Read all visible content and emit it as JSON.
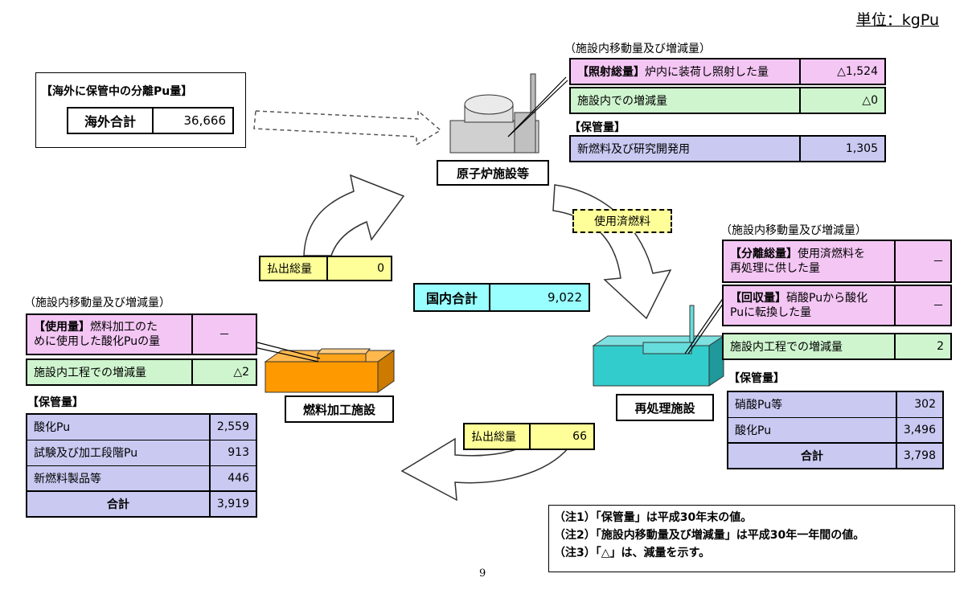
{
  "unit_label": "単位：kgPu",
  "page_number": "9",
  "overseas": {
    "header": "【海外に保管中の分離Pu量】",
    "total_label": "海外合計",
    "total_value": "36,666"
  },
  "domestic": {
    "total_label": "国内合計",
    "total_value": "9,022"
  },
  "reactor": {
    "facility_label": "原子炉施設等",
    "movement_heading": "（施設内移動量及び増減量）",
    "irradiated": {
      "label_bold": "【照射総量】",
      "label_text": "炉内に装荷し照射した量",
      "value": "△1,524"
    },
    "change": {
      "label": "施設内での増減量",
      "value": "△0"
    },
    "storage_heading": "【保管量】",
    "storage": {
      "label": "新燃料及び研究開発用",
      "value": "1,305"
    }
  },
  "spent_fuel_label": "使用済燃料",
  "reprocessing": {
    "facility_label": "再処理施設",
    "movement_heading": "（施設内移動量及び増減量）",
    "separated": {
      "label_bold": "【分離総量】",
      "label_text1": "使用済燃料を",
      "label_text2": "再処理に供した量",
      "value": "－"
    },
    "recovered": {
      "label_bold": "【回収量】",
      "label_text1": "硝酸Puから酸化",
      "label_text2": "Puに転換した量",
      "value": "－"
    },
    "process_change": {
      "label": "施設内工程での増減量",
      "value": "2"
    },
    "storage_heading": "【保管量】",
    "storage_rows": [
      {
        "label": "硝酸Pu等",
        "value": "302"
      },
      {
        "label": "酸化Pu",
        "value": "3,496"
      }
    ],
    "storage_total": {
      "label": "合計",
      "value": "3,798"
    },
    "shipment": {
      "label": "払出総量",
      "value": "66"
    }
  },
  "fabrication": {
    "facility_label": "燃料加工施設",
    "movement_heading": "（施設内移動量及び増減量）",
    "used": {
      "label_bold": "【使用量】",
      "label_text1": "燃料加工のた",
      "label_text2": "めに使用した酸化Puの量",
      "value": "－"
    },
    "process_change": {
      "label": "施設内工程での増減量",
      "value": "△2"
    },
    "storage_heading": "【保管量】",
    "storage_rows": [
      {
        "label": "酸化Pu",
        "value": "2,559"
      },
      {
        "label": "試験及び加工段階Pu",
        "value": "913"
      },
      {
        "label": "新燃料製品等",
        "value": "446"
      }
    ],
    "storage_total": {
      "label": "合計",
      "value": "3,919"
    },
    "shipment": {
      "label": "払出総量",
      "value": "0"
    }
  },
  "notes": [
    "（注1）「保管量」は平成30年末の値。",
    "（注2）「施設内移動量及び増減量」は平成30年一年間の値。",
    "（注3）「△」は、減量を示す。"
  ],
  "colors": {
    "pink": "#f4c6f4",
    "green": "#cff5cf",
    "blue": "#c9c9f2",
    "yellow": "#ffff99",
    "cyan": "#99ffff",
    "fabrication_block": "#ff9900",
    "reprocessing_block": "#33cccc"
  }
}
